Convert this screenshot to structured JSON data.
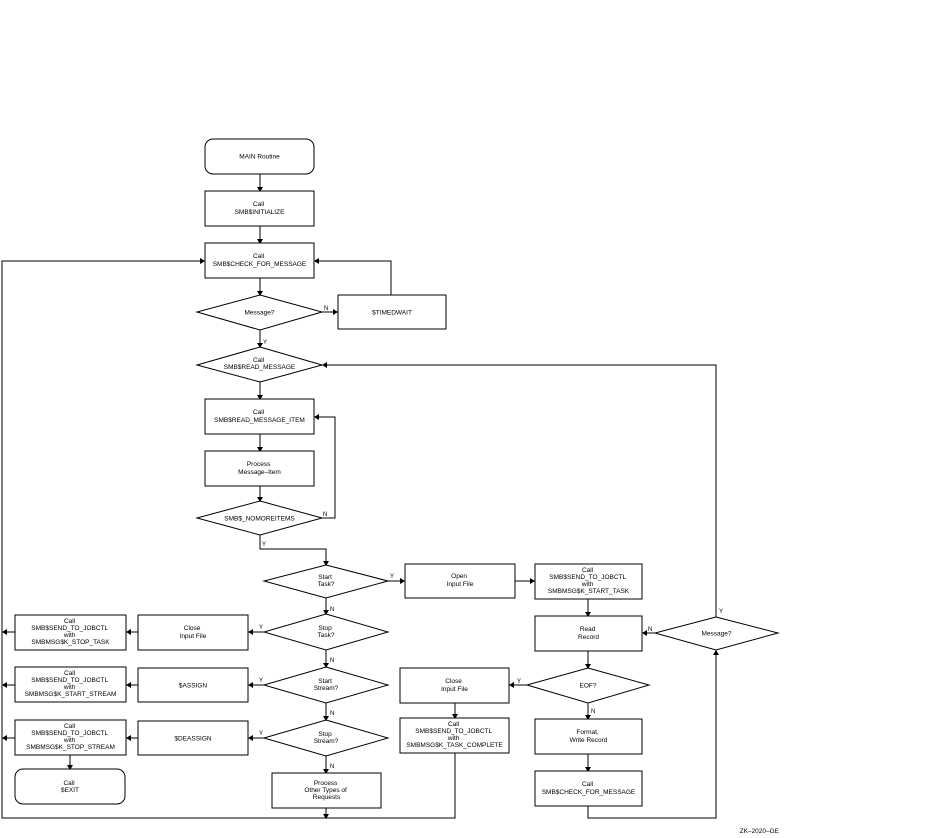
{
  "nodes": {
    "main": "MAIN Routine",
    "init": [
      "Call",
      "SMB$INITIALIZE"
    ],
    "check1": [
      "Call",
      "SMB$CHECK_FOR_MESSAGE"
    ],
    "message1": "Message?",
    "timedwait": "$TIMEDWAIT",
    "readmsg": [
      "Call",
      "SMB$READ_MESSAGE"
    ],
    "readitem": [
      "Call",
      "SMB$READ_MESSAGE_ITEM"
    ],
    "process_item": [
      "Process",
      "Message–Item"
    ],
    "nomoreitems": "SMB$_NOMOREITEMS",
    "start_task": [
      "Start",
      "Task?"
    ],
    "stop_task": [
      "Stop",
      "Task?"
    ],
    "start_stream": [
      "Start",
      "Stream?"
    ],
    "stop_stream": [
      "Stop",
      "Stream?"
    ],
    "process_other": [
      "Process",
      "Other Types of",
      "Requests"
    ],
    "send_stop_task": [
      "Call",
      "SMB$SEND_TO_JOBCTL",
      "with",
      "SMBMSG$K_STOP_TASK"
    ],
    "close1": [
      "Close",
      "Input File"
    ],
    "send_start_stream": [
      "Call",
      "SMB$SEND_TO_JOBCTL",
      "with",
      "SMBMSG$K_START_STREAM"
    ],
    "assign": "$ASSIGN",
    "send_stop_stream": [
      "Call",
      "SMB$SEND_TO_JOBCTL",
      "with",
      "SMBMSG$K_STOP_STREAM"
    ],
    "dassign": "$DEASSIGN",
    "exit": [
      "Call",
      "$EXIT"
    ],
    "open_input": [
      "Open",
      "Input File"
    ],
    "send_start_task": [
      "Call",
      "SMB$SEND_TO_JOBCTL",
      "with",
      "SMBMSG$K_START_TASK"
    ],
    "read_record": [
      "Read",
      "Record"
    ],
    "message2": "Message?",
    "close2": [
      "Close",
      "Input File"
    ],
    "eof": "EOF?",
    "send_complete": [
      "Call",
      "SMB$SEND_TO_JOBCTL",
      "with",
      "SMBMSG$K_TASK_COMPLETE"
    ],
    "format": [
      "Format,",
      "Write Record"
    ],
    "check2": [
      "Call",
      "SMB$CHECK_FOR_MESSAGE"
    ]
  },
  "labels": {
    "y": "Y",
    "n": "N"
  },
  "footer": "ZK–2020–GE"
}
